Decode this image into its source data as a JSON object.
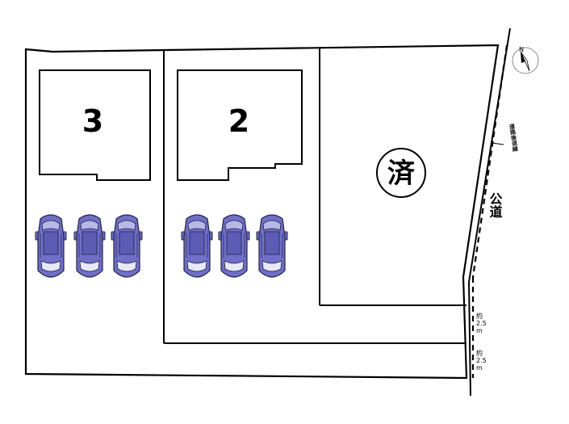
{
  "lots": [
    {
      "number": "3"
    },
    {
      "number": "2"
    }
  ],
  "sold_mark": "済",
  "road_label": "公道",
  "setback_label": "道路後退線",
  "dimensions": [
    {
      "prefix": "約",
      "value": "2.5",
      "unit": "m"
    },
    {
      "prefix": "約",
      "value": "2.5",
      "unit": "m"
    }
  ],
  "compass": {
    "label": "N"
  },
  "colors": {
    "car_fill": "#6f6fc8",
    "car_outline": "#222244",
    "line": "#000000"
  }
}
